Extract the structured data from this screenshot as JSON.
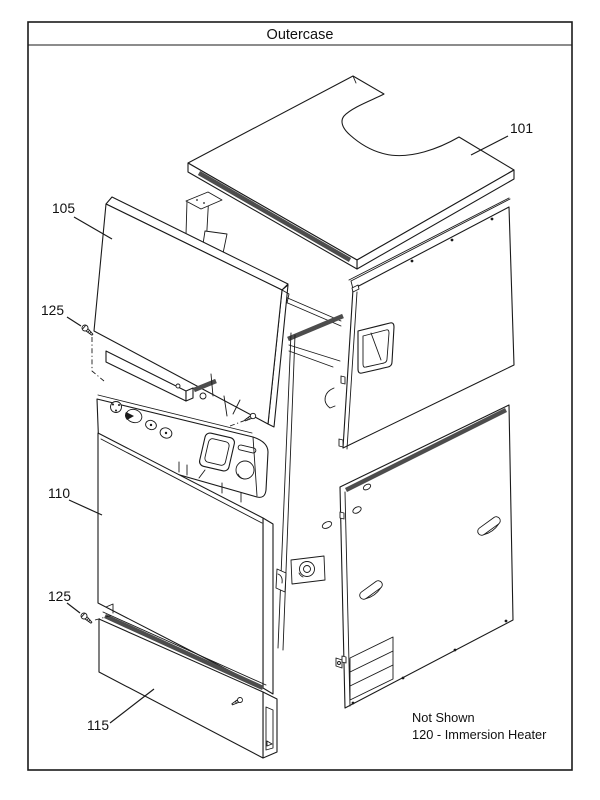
{
  "title": "Outercase",
  "callouts": {
    "top_panel": "101",
    "upper_front_panel": "105",
    "middle_front_panel": "110",
    "lower_front_panel": "115",
    "screw_upper": "125",
    "screw_lower": "125"
  },
  "note": {
    "line1": "Not Shown",
    "line2": "120 - Immersion Heater"
  },
  "colors": {
    "line": "#1a1a1a",
    "seal_strip": "#4d4d4d",
    "background": "#ffffff"
  }
}
